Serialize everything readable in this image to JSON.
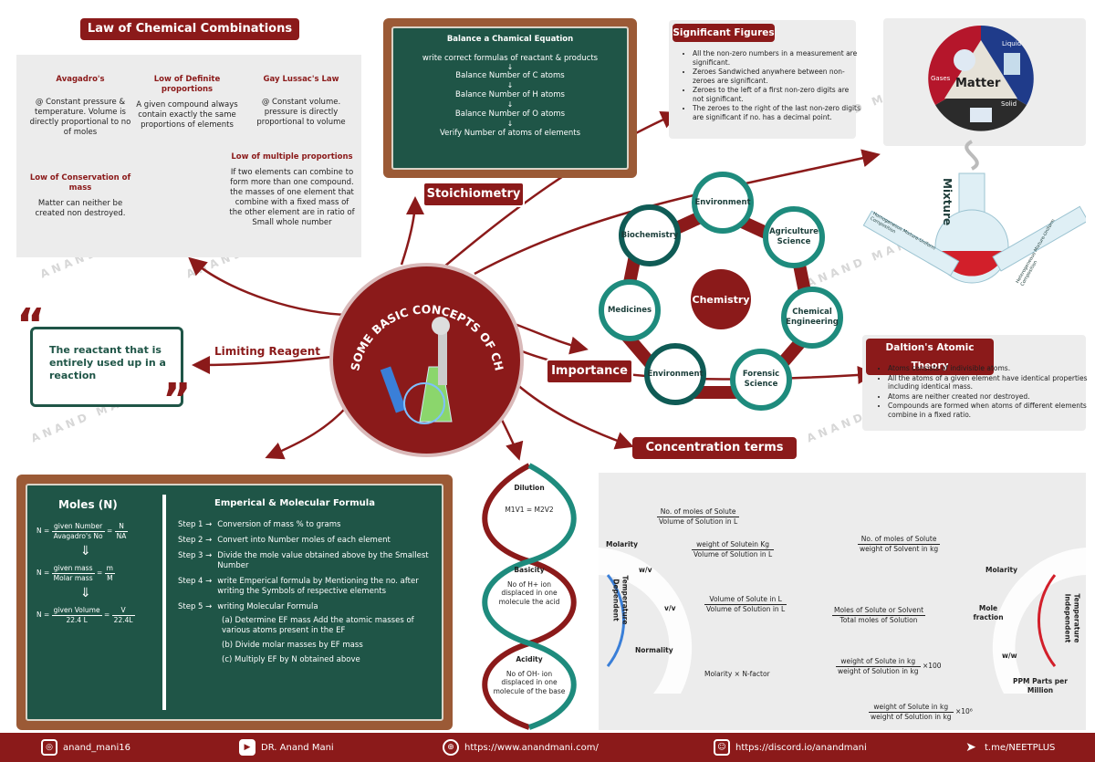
{
  "law": {
    "title": "Law of Chemical Combinations",
    "avogadro_h": "Avagadro's",
    "avogadro_t": "@ Constant pressure & temperature. Volume is directly proportional to no of moles",
    "definite_h": "Low of Definite proportions",
    "definite_t": "A given compound always contain exactly the same proportions of elements",
    "gaylussac_h": "Gay Lussac's Law",
    "gaylussac_t": "@ Constant volume. pressure is directly proportional to volume",
    "conservation_h": "Low of Conservation of mass",
    "conservation_t": "Matter can neither be created non destroyed.",
    "multiple_h": "Low of multiple proportions",
    "multiple_t": "If two elements can combine to form more than one compound. the masses of one element that combine with a fixed mass of the other element are in ratio of Small whole number"
  },
  "balance": {
    "title": "Balance a Chamical Equation",
    "steps": [
      "write correct formulas of reactant & products",
      "Balance Number of C atoms",
      "Balance Number of H atoms",
      "Balance Number of O atoms",
      "Verify Number of atoms of elements"
    ]
  },
  "sigfig": {
    "title": "Significant Figures",
    "items": [
      "All the non-zero numbers in a measurement are significant.",
      "Zeroes Sandwiched anywhere between non-zeroes are significant.",
      "Zeroes to the left of a first non-zero digits are not significant.",
      "The zeroes to the right of the last non-zero digits are significant if no. has a decimal point."
    ]
  },
  "matter": {
    "center": "Matter",
    "gases": "Gases",
    "liquid": "Liquid",
    "solid": "Solid"
  },
  "mixture": {
    "label": "Mixture",
    "left": "Homogeneous Mixture-Uniform Composition",
    "right": "Heterogeneous Mixture-Uniform Composition"
  },
  "center": {
    "title": "SOME BASIC CONCEPTS OF CHEMISTRY"
  },
  "labels": {
    "stoichiometry": "Stoichiometry",
    "limiting": "Limiting Reagent",
    "importance": "Importance",
    "concentration": "Concentration terms"
  },
  "limiting_quote": "The reactant that is entirely used up in a reaction",
  "wheel": {
    "center": "Chemistry",
    "nodes": [
      "Environment",
      "Agriculture Science",
      "Chemical Engineering",
      "Forensic Science",
      "Environment",
      "Medicines",
      "Biochemistry"
    ]
  },
  "dalton": {
    "title": "Daltion's Atomic Theory",
    "items": [
      "Atoms consists of indivisible atoms.",
      "All the atoms of a given element have identical properties including identical mass.",
      "Atoms are neither created nor destroyed.",
      "Compounds are formed when atoms of different elements combine in a fixed ratio."
    ]
  },
  "moles": {
    "title": "Moles (N)",
    "f1_l": "N =",
    "f1_top": "given Number",
    "f1_bot": "Avagadro's No",
    "f1_r_top": "N",
    "f1_r_bot": "NA",
    "f2_l": "N =",
    "f2_top": "given mass",
    "f2_bot": "Molar mass",
    "f2_r_top": "m",
    "f2_r_bot": "M",
    "f3_l": "N =",
    "f3_top": "given Volume",
    "f3_bot": "22.4 L",
    "f3_r_top": "V",
    "f3_r_bot": "22.4L",
    "arrow": "⇓"
  },
  "empirical": {
    "title": "Emperical & Molecular Formula",
    "steps": [
      {
        "n": "Step 1 →",
        "t": "Conversion of mass % to grams"
      },
      {
        "n": "Step 2 →",
        "t": "Convert into Number moles of each element"
      },
      {
        "n": "Step 3 →",
        "t": "Divide the mole value obtained above by the Smallest Number"
      },
      {
        "n": "Step 4 →",
        "t": "write Emperical formula by Mentioning the no. after writing the Symbols of respective elements"
      },
      {
        "n": "Step 5 →",
        "t": "writing Molecular Formula"
      }
    ],
    "sub": [
      "(a) Determine EF mass Add the atomic masses of various atoms present in the EF",
      "(b) Divide molar masses by EF mass",
      "(c) Multiply EF by N obtained above"
    ]
  },
  "side": {
    "dilution_h": "Dilution",
    "dilution_t": "M1V1 = M2V2",
    "basicity_h": "Basicity",
    "basicity_t": "No of H+ ion displaced in one molecule the acid",
    "acidity_h": "Acidity",
    "acidity_t": "No of OH- ion displaced in one molecule of the base"
  },
  "conc": {
    "molarity_l": "Molarity",
    "molality_r": "Molarity",
    "normality": "Normality",
    "molefraction": "Mole fraction",
    "ppm": "PPM Parts per Million",
    "temp_dep": "Temperature Dependent",
    "temp_indep": "Temperature Independent",
    "wv": "w/v",
    "vv": "v/v",
    "ww": "w/w",
    "f1_top": "No. of moles of Solute",
    "f1_bot": "Volume of Solution in L",
    "f2_top": "weight of Solutein Kg",
    "f2_bot": "Volume of Solution in L",
    "f3_top": "Volume of Solute in L",
    "f3_bot": "Volume of Solution in L",
    "f4": "Molarity × N-factor",
    "f5_top": "No. of moles of Solute",
    "f5_bot": "weight of Solvent in kg",
    "f6_top": "Moles of Solute or Solvent",
    "f6_bot": "Total moles of Solution",
    "f7_top": "weight of Solute in kg",
    "f7_bot": "weight of Solution in kg",
    "f7_m": "×100",
    "f8_top": "weight of Solute in kg",
    "f8_bot": "weight of Solution in kg",
    "f8_m": "×10⁶"
  },
  "watermark": "ANAND MANI",
  "footer": {
    "insta": "anand_mani16",
    "youtube": "DR. Anand Mani",
    "web": "https://www.anandmani.com/",
    "discord": "https://discord.io/anandmani",
    "telegram": "t.me/NEETPLUS"
  },
  "colors": {
    "maroon": "#8b1a1a",
    "teal": "#1e8b7d",
    "board": "#1f5547"
  }
}
